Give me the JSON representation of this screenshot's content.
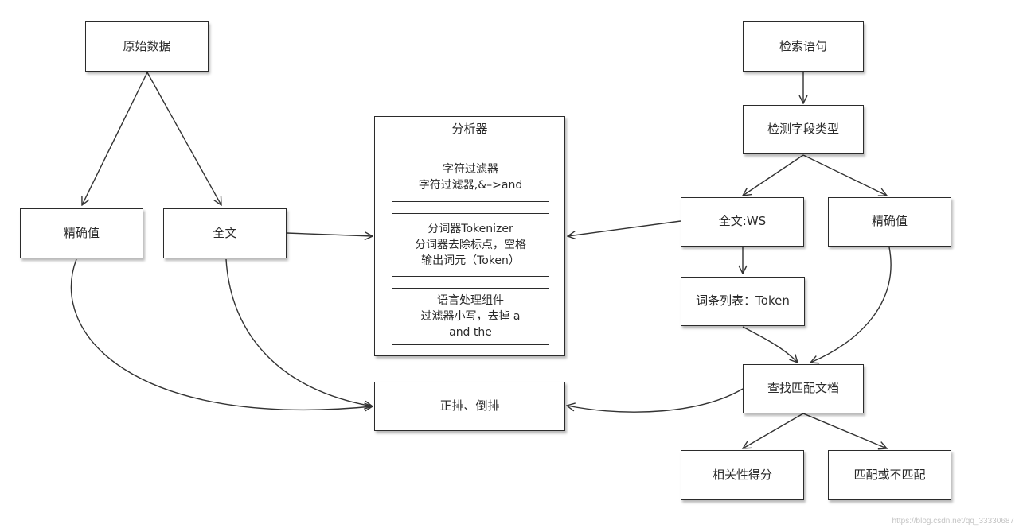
{
  "left": {
    "source": "原始数据",
    "exact": "精确值",
    "fulltext": "全文"
  },
  "analyzer": {
    "title": "分析器",
    "char_filter": {
      "line1": "字符过滤器",
      "line2": "字符过滤器,&–>and"
    },
    "tokenizer": {
      "line1": "分词器Tokenizer",
      "line2": "分词器去除标点，空格",
      "line3": "输出词元（Token）"
    },
    "token_filter": {
      "line1": "语言处理组件",
      "line2": "过滤器小写，去掉 a",
      "line3": "and the"
    }
  },
  "index": {
    "label": "正排、倒排"
  },
  "right": {
    "query": "检索语句",
    "detect": "检测字段类型",
    "fulltext_ws": "全文:WS",
    "exact": "精确值",
    "term_list": "词条列表：Token",
    "find_docs": "查找匹配文档",
    "relevance": "相关性得分",
    "match": "匹配或不匹配"
  },
  "watermark": "https://blog.csdn.net/qq_33330687"
}
